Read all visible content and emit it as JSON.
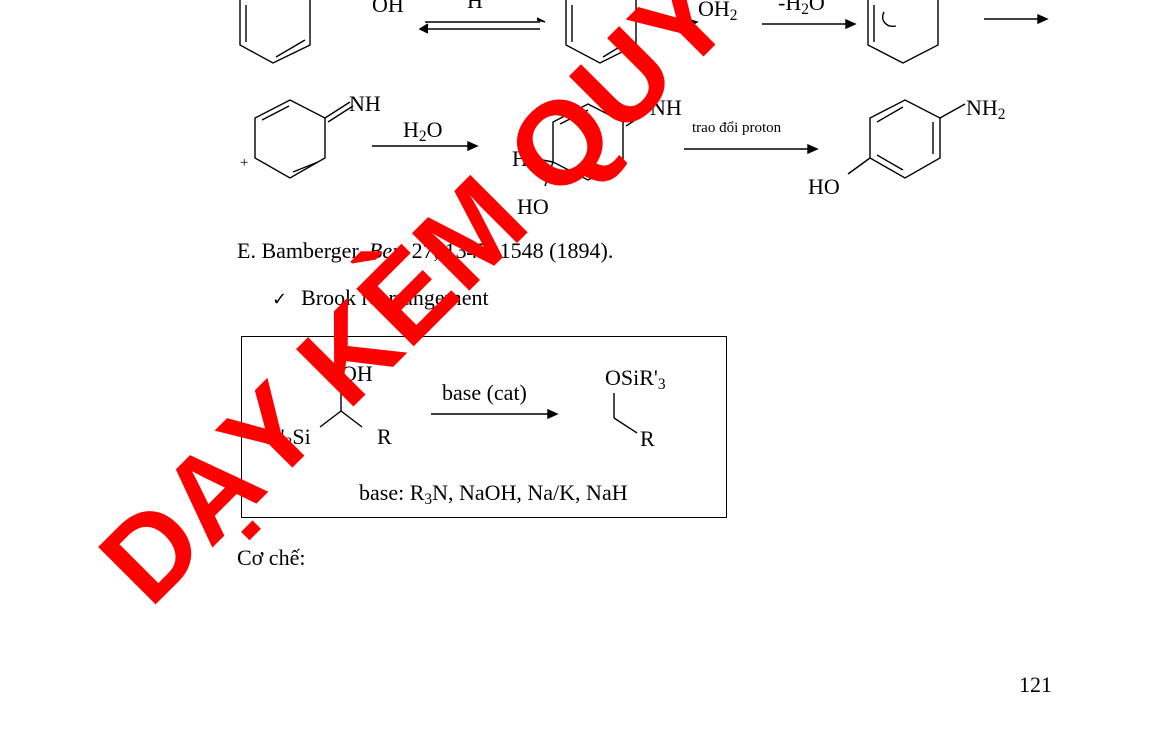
{
  "scheme_top": {
    "oh_label": "OH",
    "h_label": "H",
    "oh2_label": "OH",
    "oh2_sub": "2",
    "minus_water_prefix": "-H",
    "minus_water_sub": "2",
    "minus_water_suffix": "O"
  },
  "scheme_mid": {
    "imine_label": "NH",
    "plus_sign": "+",
    "water_prefix": "H",
    "water_sub": "2",
    "water_suffix": "O",
    "imine2_label": "NH",
    "h_label": "H",
    "ho_label": "HO",
    "arrow_label": "trao đổi proton",
    "amine_label": "NH",
    "amine_sub": "2",
    "phenol_label": "HO"
  },
  "reference": {
    "author": "E. Bamberger, ",
    "journal": "Ber",
    "details": ". 27, 1347, 1548 (1894)."
  },
  "section": {
    "check": "✓",
    "title": "Brook rearrangement"
  },
  "brook_box": {
    "oh": "OH",
    "silyl_prefix": "R'",
    "silyl_sub": "3",
    "silyl_suffix": "Si",
    "r_left": "R",
    "arrow_label": "base (cat)",
    "product_prefix": "OSiR'",
    "product_sub": "3",
    "r_right": "R",
    "base_prefix": "base: R",
    "base_sub": "3",
    "base_suffix": "N, NaOH, Na/K, NaH"
  },
  "mechanism_label": "Cơ chế:",
  "page_number": "121",
  "watermark": "DẠY KÈM QUY",
  "colors": {
    "watermark": "#ff0000"
  }
}
